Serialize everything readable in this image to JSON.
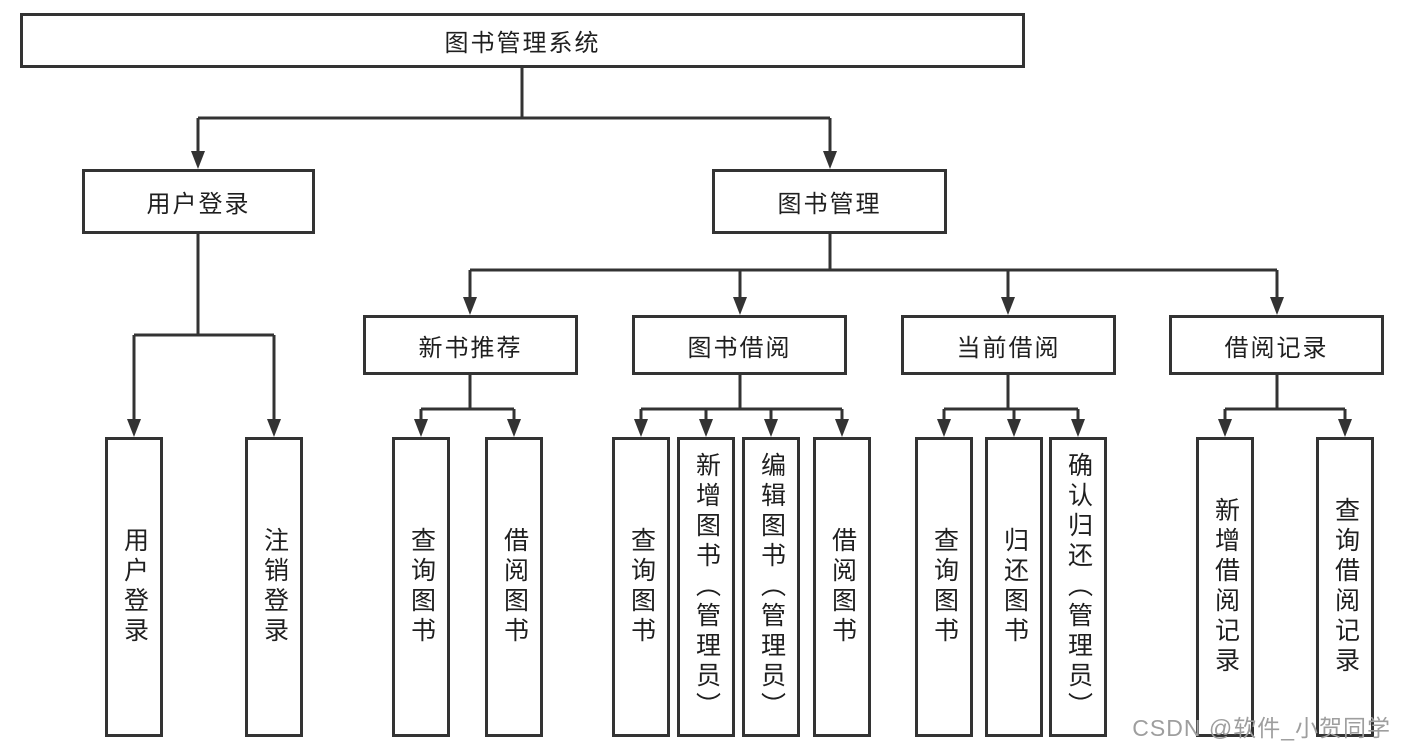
{
  "diagram": {
    "type": "hierarchy-tree",
    "root": {
      "label": "图书管理系统"
    },
    "level2": [
      {
        "label": "用户登录",
        "parent": "图书管理系统"
      },
      {
        "label": "图书管理",
        "parent": "图书管理系统"
      }
    ],
    "level3": [
      {
        "label": "新书推荐",
        "parent": "图书管理"
      },
      {
        "label": "图书借阅",
        "parent": "图书管理"
      },
      {
        "label": "当前借阅",
        "parent": "图书管理"
      },
      {
        "label": "借阅记录",
        "parent": "图书管理"
      }
    ],
    "level4": [
      {
        "label": "用户登录",
        "parent": "用户登录"
      },
      {
        "label": "注销登录",
        "parent": "用户登录"
      },
      {
        "label": "查询图书",
        "parent": "新书推荐"
      },
      {
        "label": "借阅图书",
        "parent": "新书推荐"
      },
      {
        "label": "查询图书",
        "parent": "图书借阅"
      },
      {
        "label": "新增图书（管理员）",
        "parent": "图书借阅"
      },
      {
        "label": "编辑图书（管理员）",
        "parent": "图书借阅"
      },
      {
        "label": "借阅图书",
        "parent": "图书借阅"
      },
      {
        "label": "查询图书",
        "parent": "当前借阅"
      },
      {
        "label": "归还图书",
        "parent": "当前借阅"
      },
      {
        "label": "确认归还（管理员）",
        "parent": "当前借阅"
      },
      {
        "label": "新增借阅记录",
        "parent": "借阅记录"
      },
      {
        "label": "查询借阅记录",
        "parent": "借阅记录"
      }
    ]
  },
  "watermark": "CSDN @软件_小贺同学",
  "colors": {
    "line": "#333333",
    "text": "#1f1f1f",
    "watermark": "#9e9e9e",
    "background": "#ffffff"
  }
}
